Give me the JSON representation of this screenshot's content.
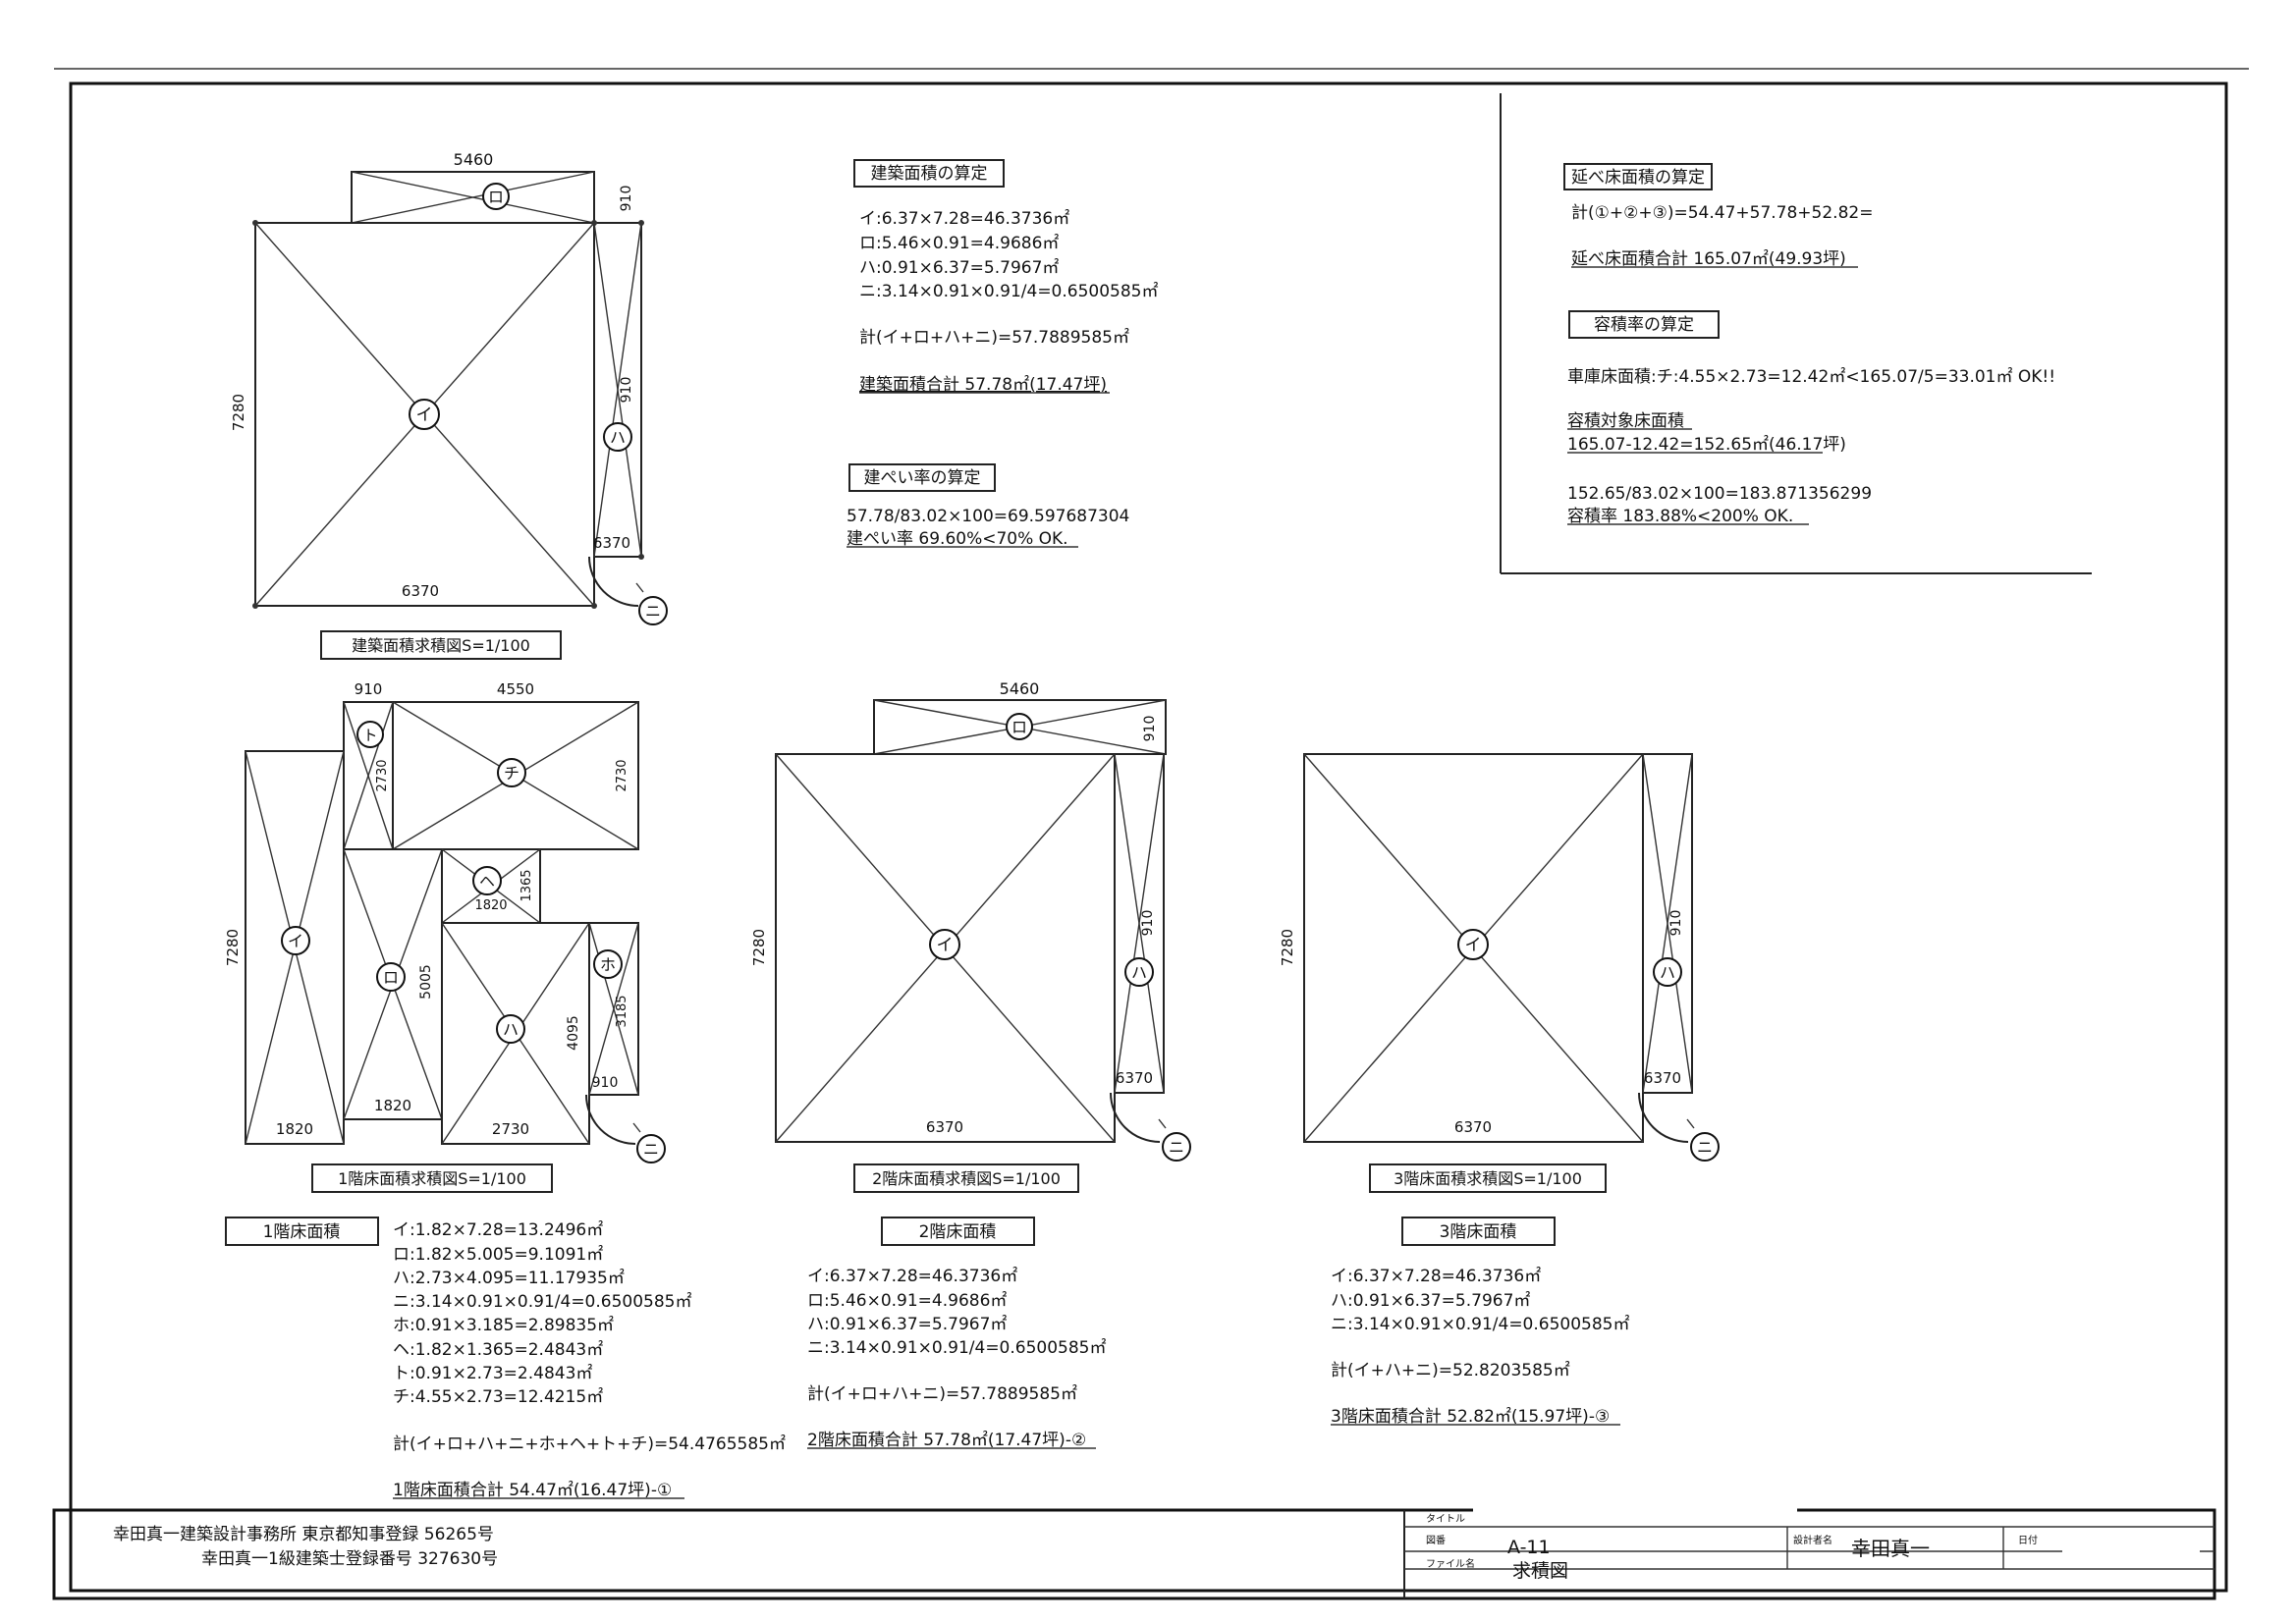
{
  "office": {
    "line1": "幸田真一建築設計事務所 東京都知事登録  56265号",
    "line2": "幸田真一1級建築士登録番号 327630号"
  },
  "title_block": {
    "title_label": "タイトル",
    "drawing_no_label": "図番",
    "drawing_no": "A-11",
    "designer_label": "設計者名",
    "designer": "幸田真一",
    "date_label": "日付",
    "file_label": "ファイル名",
    "file": "求積図"
  },
  "plans": {
    "building_area": {
      "caption": "建築面積求積図S=1/100",
      "dims": [
        "5460",
        "910",
        "7280",
        "6370",
        "910",
        "6370"
      ],
      "marks": [
        "ロ",
        "イ",
        "ハ",
        "ニ"
      ]
    },
    "floor1": {
      "caption": "1階床面積求積図S=1/100",
      "dims": [
        "910",
        "4550",
        "2730",
        "2730",
        "7280",
        "1365",
        "1820",
        "5005",
        "3185",
        "4095",
        "910",
        "1820",
        "1820",
        "2730"
      ],
      "marks": [
        "ト",
        "チ",
        "イ",
        "ヘ",
        "ロ",
        "ホ",
        "ハ",
        "ニ"
      ]
    },
    "floor2": {
      "caption": "2階床面積求積図S=1/100",
      "dims": [
        "5460",
        "910",
        "7280",
        "6370",
        "910",
        "6370"
      ],
      "marks": [
        "ロ",
        "イ",
        "ハ",
        "ニ"
      ]
    },
    "floor3": {
      "caption": "3階床面積求積図S=1/100",
      "dims": [
        "7280",
        "6370",
        "910",
        "6370"
      ],
      "marks": [
        "イ",
        "ハ",
        "ニ"
      ]
    }
  },
  "calc_building": {
    "heading": "建築面積の算定",
    "lines": [
      "イ:6.37×7.28=46.3736㎡",
      "ロ:5.46×0.91=4.9686㎡",
      "ハ:0.91×6.37=5.7967㎡",
      "ニ:3.14×0.91×0.91/4=0.6500585㎡"
    ],
    "sum": "計(イ+ロ+ハ+ニ)=57.7889585㎡",
    "total": "建築面積合計 57.78㎡(17.47坪)"
  },
  "calc_coverage": {
    "heading": "建ぺい率の算定",
    "line": "57.78/83.02×100=69.597687304",
    "result": "建ぺい率  69.60%<70%  OK."
  },
  "calc_total_floor": {
    "heading": "延べ床面積の算定",
    "line": "計(①+②+③)=54.47+57.78+52.82=",
    "total": "延べ床面積合計 165.07㎡(49.93坪)"
  },
  "calc_far": {
    "heading": "容積率の算定",
    "garage": "車庫床面積:チ:4.55×2.73=12.42㎡<165.07/5=33.01㎡ OK!!",
    "target_label": "容積対象床面積",
    "target": "165.07-12.42=152.65㎡(46.17坪)",
    "line": "152.65/83.02×100=183.871356299",
    "result": "容積率  183.88%<200%  OK."
  },
  "calc_floor1": {
    "heading": "1階床面積",
    "lines": [
      "イ:1.82×7.28=13.2496㎡",
      "ロ:1.82×5.005=9.1091㎡",
      "ハ:2.73×4.095=11.17935㎡",
      "ニ:3.14×0.91×0.91/4=0.6500585㎡",
      "ホ:0.91×3.185=2.89835㎡",
      "ヘ:1.82×1.365=2.4843㎡",
      "ト:0.91×2.73=2.4843㎡",
      "チ:4.55×2.73=12.4215㎡"
    ],
    "sum": "計(イ+ロ+ハ+ニ+ホ+ヘ+ト+チ)=54.4765585㎡",
    "total": "1階床面積合計 54.47㎡(16.47坪)-①"
  },
  "calc_floor2": {
    "heading": "2階床面積",
    "lines": [
      "イ:6.37×7.28=46.3736㎡",
      "ロ:5.46×0.91=4.9686㎡",
      "ハ:0.91×6.37=5.7967㎡",
      "ニ:3.14×0.91×0.91/4=0.6500585㎡"
    ],
    "sum": "計(イ+ロ+ハ+ニ)=57.7889585㎡",
    "total": "2階床面積合計 57.78㎡(17.47坪)-②"
  },
  "calc_floor3": {
    "heading": "3階床面積",
    "lines": [
      "イ:6.37×7.28=46.3736㎡",
      "ハ:0.91×6.37=5.7967㎡",
      "ニ:3.14×0.91×0.91/4=0.6500585㎡"
    ],
    "sum": "計(イ+ハ+ニ)=52.8203585㎡",
    "total": "3階床面積合計 52.82㎡(15.97坪)-③"
  }
}
